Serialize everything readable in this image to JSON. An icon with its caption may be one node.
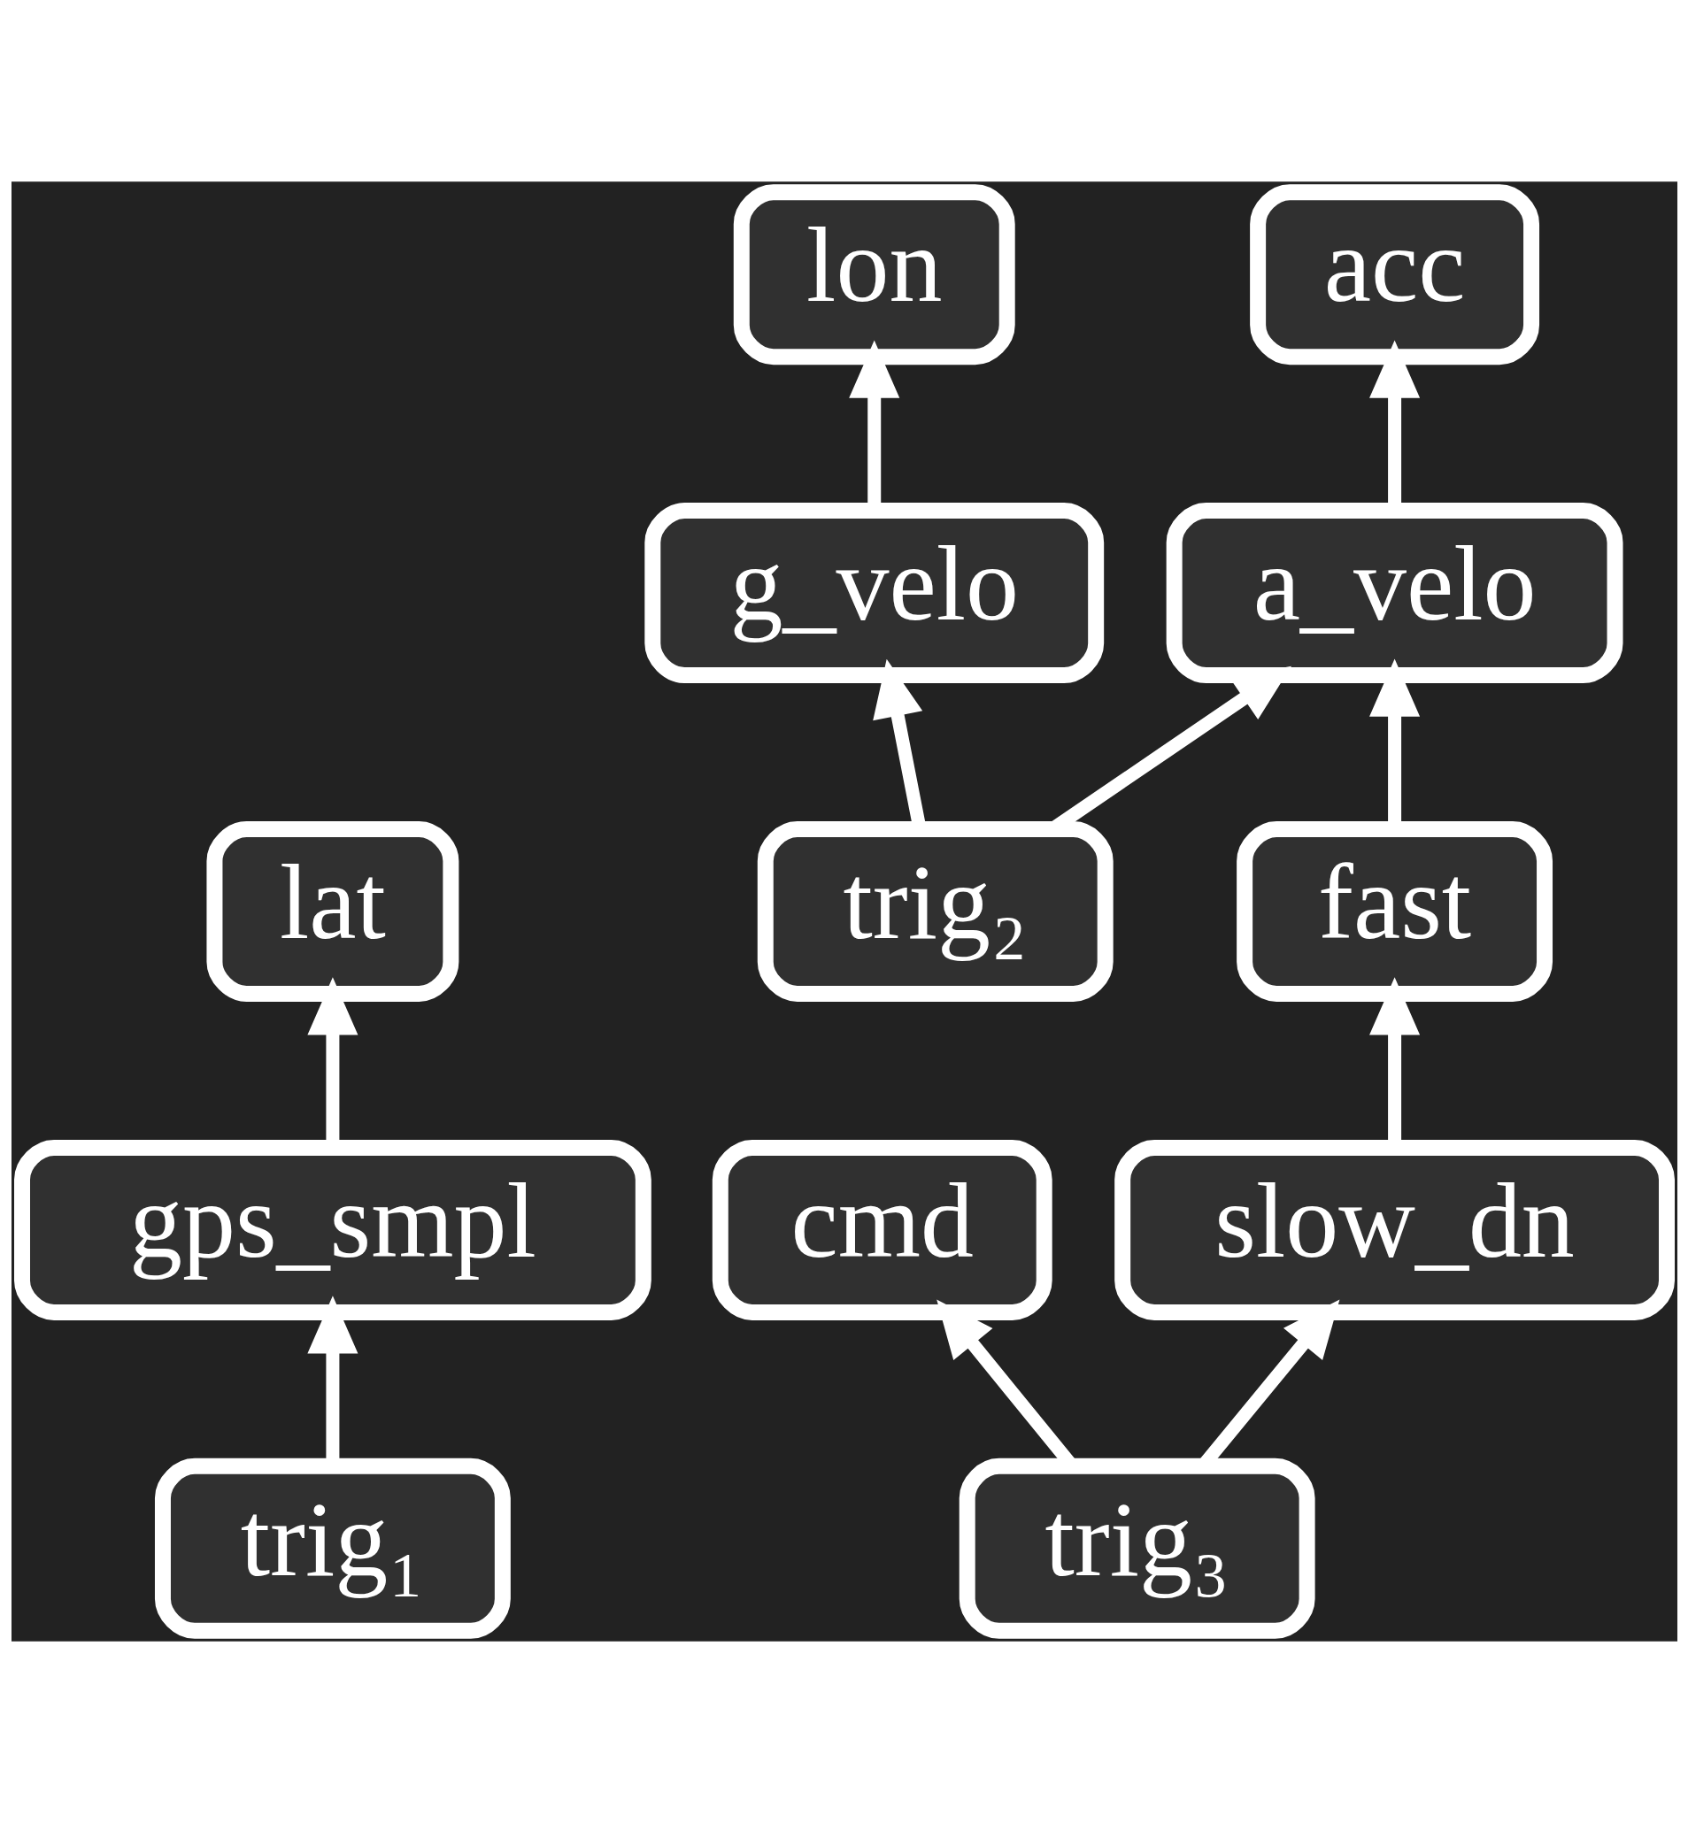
{
  "diagram": {
    "nodes": [
      {
        "text": [
          "lat"
        ]
      },
      {
        "text": [
          "lon"
        ]
      },
      {
        "text": [
          "acc"
        ]
      },
      {
        "text": [
          "cmd"
        ]
      },
      {
        "text": [
          "gps_smpl"
        ]
      },
      {
        "text": [
          "g_velo"
        ]
      },
      {
        "text": [
          "a_velo"
        ]
      },
      {
        "text": [
          "trig₁"
        ]
      },
      {
        "text": [
          "trig₂"
        ]
      },
      {
        "text": [
          "fast"
        ]
      },
      {
        "text": [
          "slow_dn"
        ]
      },
      {
        "text": [
          "trig₃"
        ]
      }
    ],
    "edges": [
      {
        "from": 4,
        "to": 0,
        "arrow": "to"
      },
      {
        "from": 5,
        "to": 1,
        "arrow": "to"
      },
      {
        "from": 6,
        "to": 2,
        "arrow": "to"
      },
      {
        "from": 11,
        "to": 3,
        "arrow": "to"
      },
      {
        "from": 7,
        "to": 4,
        "arrow": "to"
      },
      {
        "from": 8,
        "to": 5,
        "arrow": "to"
      },
      {
        "from": 8,
        "to": 6,
        "arrow": "to"
      },
      {
        "from": 9,
        "to": 6,
        "arrow": "to"
      },
      {
        "from": 10,
        "to": 9,
        "arrow": "to"
      },
      {
        "from": 11,
        "to": 10,
        "arrow": "to"
      }
    ]
  }
}
